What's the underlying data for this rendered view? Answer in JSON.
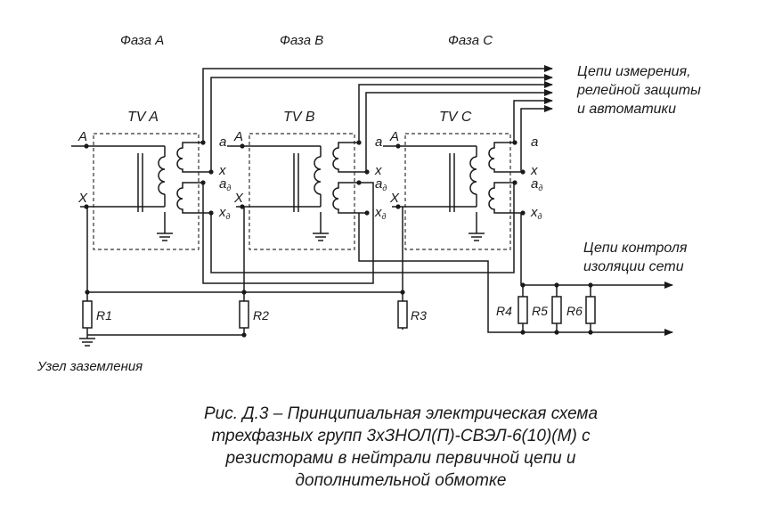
{
  "phases": [
    "Фаза А",
    "Фаза В",
    "Фаза С"
  ],
  "transformers": [
    {
      "name": "TV A",
      "terminals": {
        "A": "A",
        "X": "X",
        "a": "a",
        "x": "x",
        "ad": "a",
        "xd": "x",
        "sub": "д"
      }
    },
    {
      "name": "TV B",
      "terminals": {
        "A": "A",
        "X": "X",
        "a": "a",
        "x": "x",
        "ad": "a",
        "xd": "x",
        "sub": "д"
      }
    },
    {
      "name": "TV C",
      "terminals": {
        "A": "A",
        "X": "X",
        "a": "a",
        "x": "x",
        "ad": "a",
        "xd": "x",
        "sub": "д"
      }
    }
  ],
  "groups": {
    "measurement": [
      "Цепи измерения,",
      "релейной защиты",
      "и автоматики"
    ],
    "insulation": [
      "Цепи контроля",
      "изоляции сети"
    ]
  },
  "resistors": [
    "R1",
    "R2",
    "R3",
    "R4",
    "R5",
    "R6"
  ],
  "ground_label": "Узел заземления",
  "caption": [
    "Рис. Д.3 – Принципиальная электрическая схема",
    "трехфазных групп 3хЗНОЛ(П)-СВЭЛ-6(10)(М) с",
    "резисторами в нейтрали первичной цепи и",
    "дополнительной обмотке"
  ]
}
